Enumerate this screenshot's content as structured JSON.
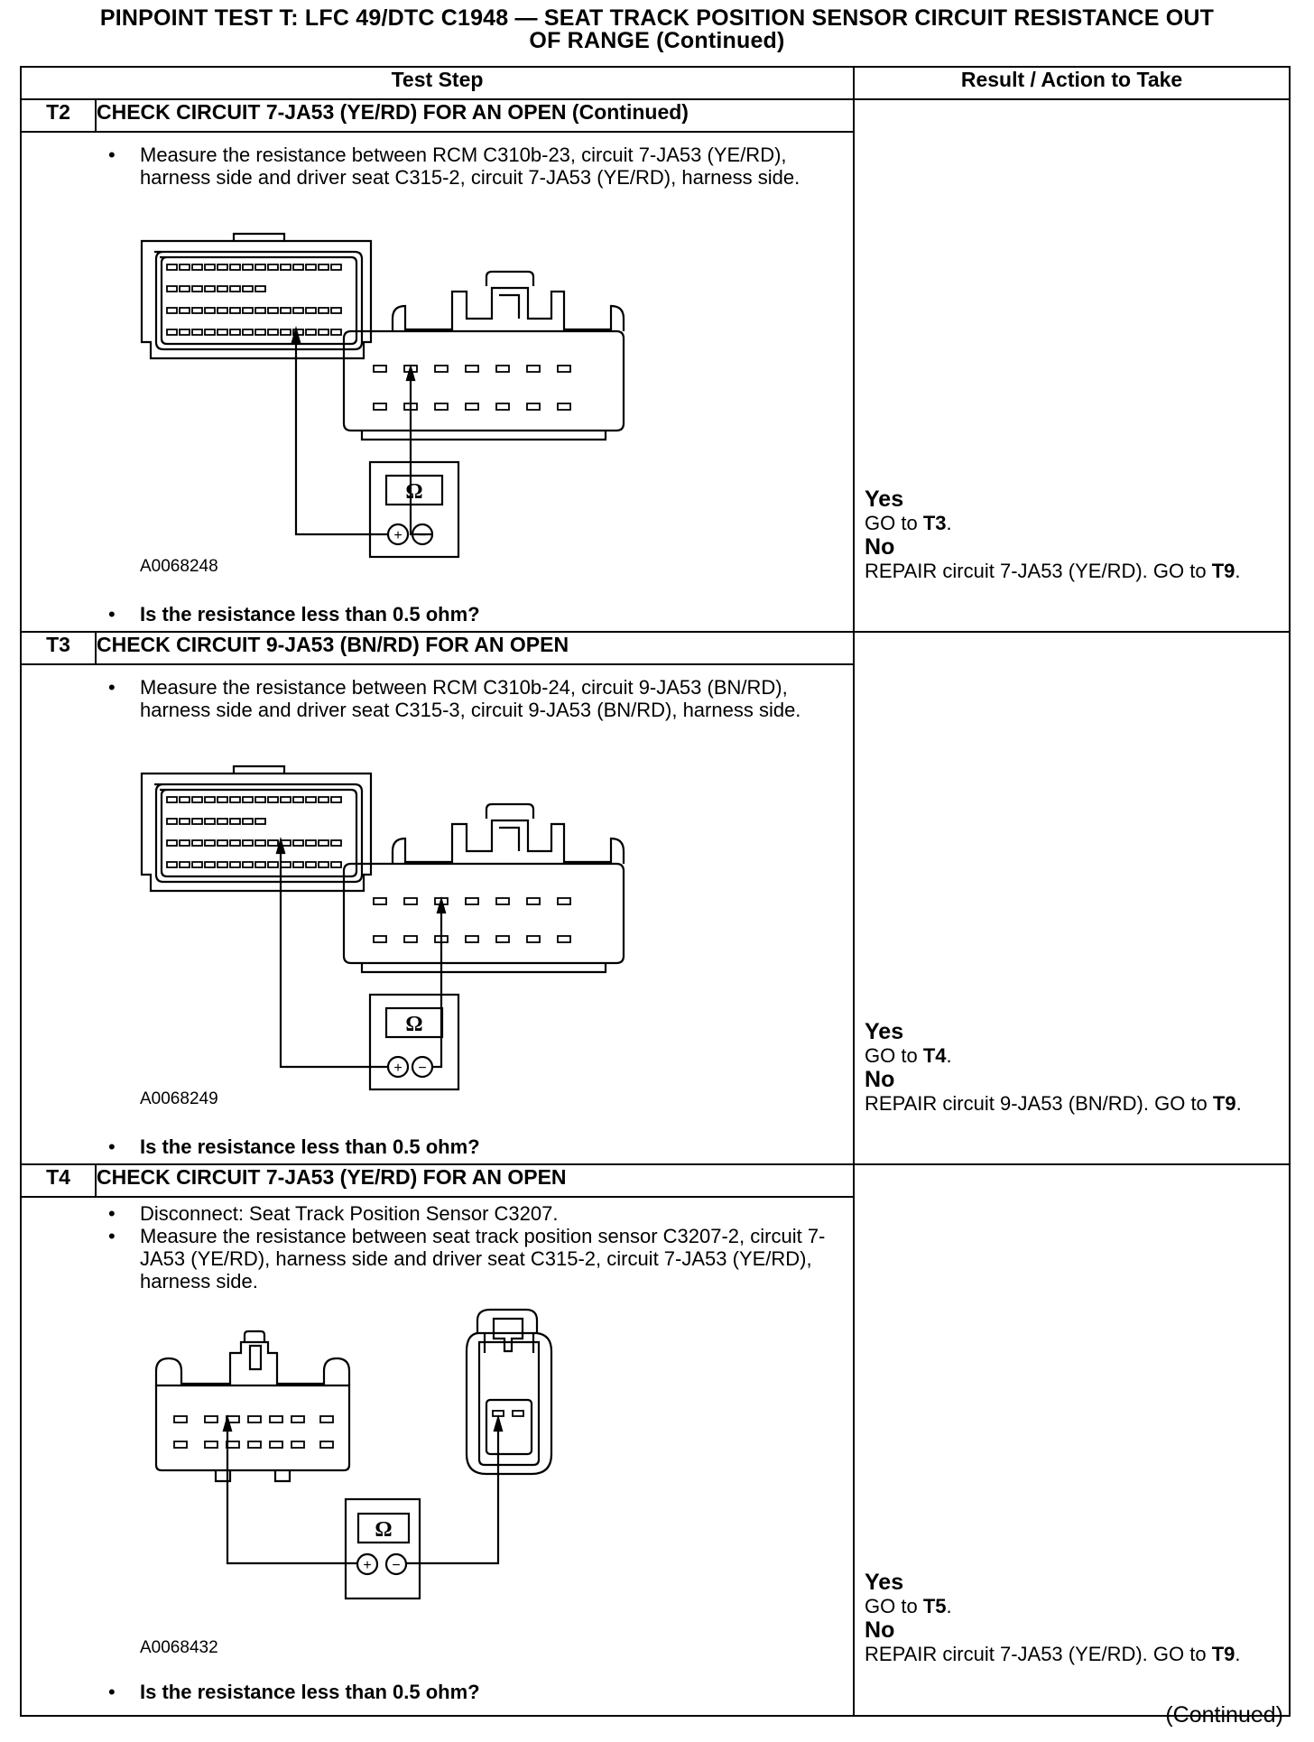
{
  "title_line1": "PINPOINT TEST  T: LFC 49/DTC C1948 — SEAT TRACK POSITION SENSOR CIRCUIT RESISTANCE OUT",
  "title_line2": "OF RANGE (Continued)",
  "headers": {
    "step": "Test Step",
    "result": "Result / Action to Take"
  },
  "steps": [
    {
      "id": "T2",
      "title": "CHECK CIRCUIT 7-JA53 (YE/RD) FOR AN OPEN (Continued)",
      "bullets": [
        "Measure the resistance between RCM C310b-23, circuit 7-JA53 (YE/RD), harness side and driver seat C315-2, circuit 7-JA53 (YE/RD), harness side."
      ],
      "figure_id": "A0068248",
      "question": "Is the resistance less than 0.5 ohm?",
      "yes_label": "Yes",
      "yes_text": "GO to ",
      "yes_target": "T3",
      "no_label": "No",
      "no_text": "REPAIR circuit 7-JA53 (YE/RD). GO to ",
      "no_target": "T9"
    },
    {
      "id": "T3",
      "title": "CHECK CIRCUIT 9-JA53 (BN/RD) FOR AN OPEN",
      "bullets": [
        "Measure the resistance between RCM C310b-24, circuit 9-JA53 (BN/RD), harness side and driver seat C315-3, circuit 9-JA53 (BN/RD), harness side."
      ],
      "figure_id": "A0068249",
      "question": "Is the resistance less than 0.5 ohm?",
      "yes_label": "Yes",
      "yes_text": "GO to ",
      "yes_target": "T4",
      "no_label": "No",
      "no_text": "REPAIR circuit 9-JA53 (BN/RD). GO to ",
      "no_target": "T9"
    },
    {
      "id": "T4",
      "title": "CHECK CIRCUIT 7-JA53 (YE/RD) FOR AN OPEN",
      "bullets": [
        "Disconnect: Seat Track Position Sensor C3207.",
        "Measure the resistance between seat track position sensor C3207-2, circuit 7-JA53 (YE/RD), harness side and driver seat C315-2, circuit 7-JA53 (YE/RD), harness side."
      ],
      "figure_id": "A0068432",
      "question": "Is the resistance less than 0.5 ohm?",
      "yes_label": "Yes",
      "yes_text": "GO to ",
      "yes_target": "T5",
      "no_label": "No",
      "no_text": "REPAIR circuit 7-JA53 (YE/RD). GO to ",
      "no_target": "T9"
    }
  ],
  "meter_symbol": "Ω",
  "meter_plus": "+",
  "meter_minus": "−",
  "footer": "(Continued)"
}
